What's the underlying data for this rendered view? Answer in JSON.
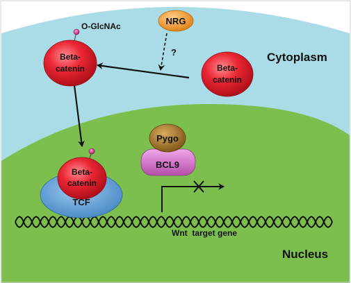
{
  "labels": {
    "cytoplasm": "Cytoplasm",
    "nucleus": "Nucleus",
    "o_glcnac": "O-GlcNAc",
    "question": "?",
    "wnt_target_gene": "Wnt  target gene"
  },
  "molecules": {
    "nrg": "NRG",
    "beta_catenin_modified": [
      "Beta-",
      "catenin"
    ],
    "beta_catenin_free": [
      "Beta-",
      "catenin"
    ],
    "beta_catenin_nuclear": [
      "Beta-",
      "catenin"
    ],
    "tcf": "TCF",
    "pygo": "Pygo",
    "bcl9": "BCL9"
  },
  "colors": {
    "cytoplasm": "#a9dce6",
    "nucleus": "#7cbf4e",
    "beta_catenin": "#e8202f",
    "nrg": "#f39a1e",
    "pygo": "#a8792e",
    "bcl9": "#d06ac7",
    "tcf": "#5a9fd4",
    "glcnac_marker": "#d02a88"
  }
}
